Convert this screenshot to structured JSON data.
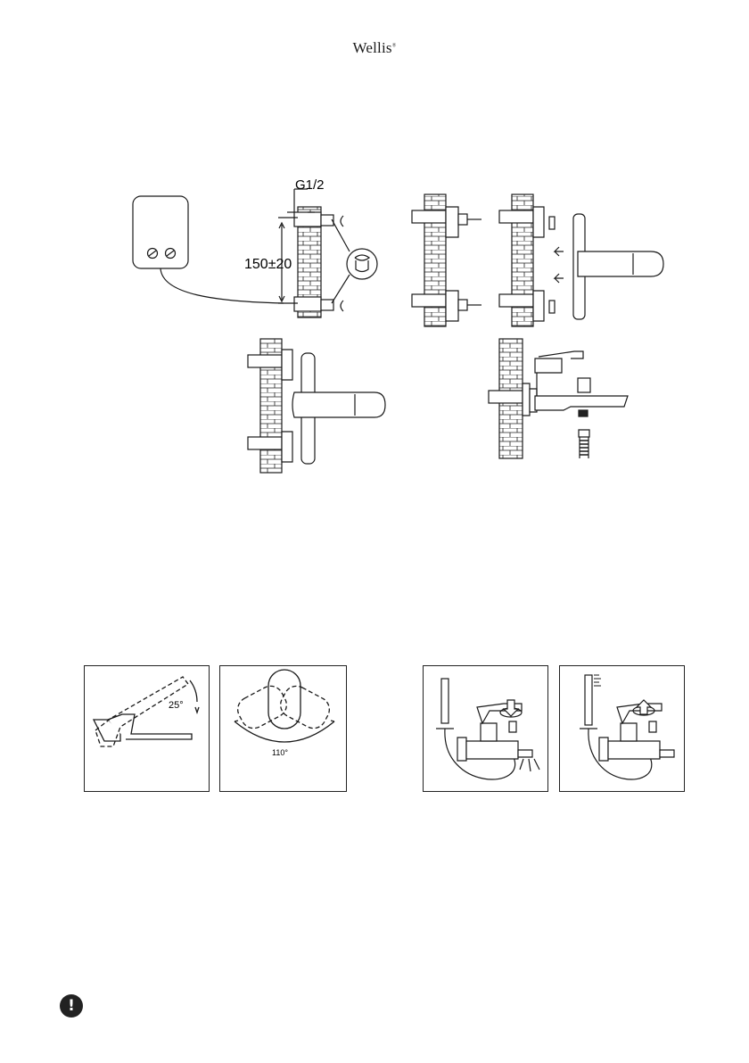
{
  "brand": {
    "name": "Wellis",
    "mark": "®"
  },
  "installation": {
    "thread_label": "G1/2",
    "spacing_label": "150±20"
  },
  "operation": {
    "tilt_angle_label": "25°",
    "swing_angle_label": "110°"
  },
  "icons": {
    "warning": "exclamation-circle-icon",
    "rotate_down": "rotate-arrow-down-icon",
    "rotate_up": "rotate-arrow-up-icon",
    "push_arrow": "left-arrow-icon"
  },
  "colors": {
    "line": "#1a1a1a",
    "background": "#ffffff"
  },
  "warning_icon_glyph": "!"
}
